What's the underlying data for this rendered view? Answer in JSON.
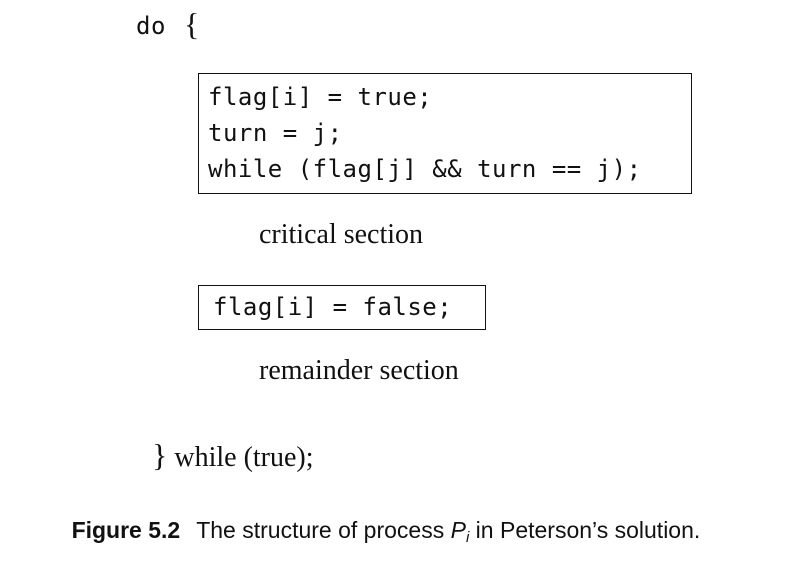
{
  "code": {
    "do_keyword": "do",
    "open_brace": "{",
    "entry_section": [
      "flag[i] = true;",
      "turn = j;",
      "while (flag[j] && turn == j);"
    ],
    "critical_section": "critical section",
    "exit_section": "flag[i] = false;",
    "remainder_section": "remainder section",
    "closing_brace": "}",
    "closing_loop": " while (true);"
  },
  "caption": {
    "label": "Figure 5.2",
    "text_before": "The structure of process ",
    "process_symbol": "P",
    "process_subscript": "i",
    "text_after": " in Peterson’s solution."
  }
}
